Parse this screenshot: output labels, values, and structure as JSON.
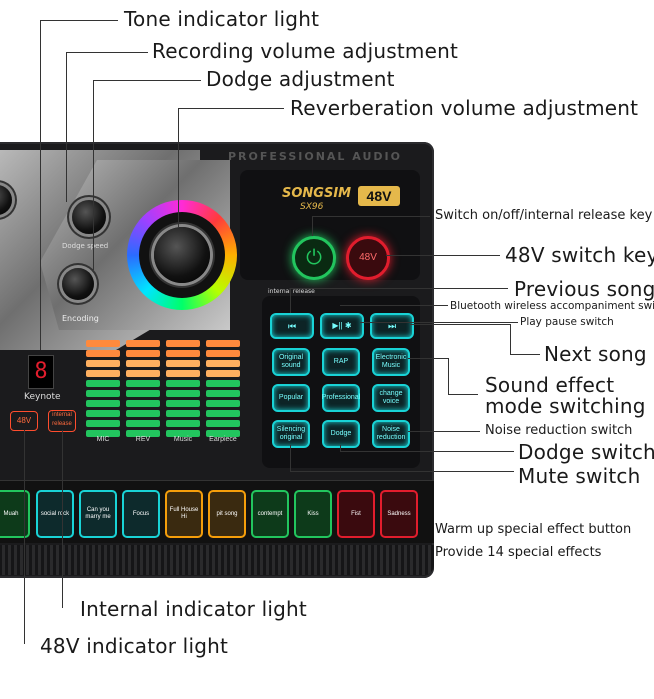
{
  "labels": {
    "tone_indicator": "Tone indicator light",
    "recording_volume": "Recording volume adjustment",
    "dodge_adjustment": "Dodge adjustment",
    "reverb_volume": "Reverberation volume adjustment",
    "switch_onoff": "Switch on/off/internal release key",
    "switch_48v": "48V switch key",
    "previous_song": "Previous song",
    "bluetooth": "Bluetooth wireless accompaniment switch",
    "play_pause": "Play pause switch",
    "next_song": "Next song",
    "sound_effect_1": "Sound effect",
    "sound_effect_2": "mode switching",
    "noise_reduction": "Noise reduction switch",
    "dodge_switch": "Dodge switch",
    "mute_switch": "Mute switch",
    "warm_up": "Warm up special effect button",
    "provide_14": "Provide 14 special effects",
    "internal_indicator": "Internal indicator light",
    "indicator_48v": "48V indicator light"
  },
  "device": {
    "banner": "PROFESSIONAL AUDIO",
    "brand": "SONGSIM",
    "model": "SX96",
    "badge_48v": "48V",
    "btn_48v": "48V",
    "keynote_label": "Keynote",
    "keynote_digit": "8",
    "ind_48v": "48V",
    "ind_internal": "internal release",
    "dodge_knob_label": "Dodge speed",
    "encoding_label": "Encoding",
    "internal_small": "internal release",
    "transport": [
      "⏮",
      "▶|| ✱",
      "⏭"
    ],
    "mode_keys": [
      "Original sound",
      "RAP",
      "Electronic Music",
      "Popular",
      "Professional",
      "change voice",
      "Silencing original",
      "Dodge",
      "Noise reduction"
    ],
    "meter_labels": [
      "MIC",
      "REV",
      "Music",
      "Earpiece"
    ],
    "fx_keys": [
      "Muah",
      "social rock",
      "Can you marry me",
      "Focus",
      "Full House Hi",
      "pit song",
      "contempt",
      "Kiss",
      "Fist",
      "Sadness"
    ]
  },
  "colors": {
    "cyan": "#19d3d6",
    "green": "#22c55e",
    "red": "#e11d2d",
    "orange": "#f59e0b",
    "gold": "#e5b84b"
  }
}
